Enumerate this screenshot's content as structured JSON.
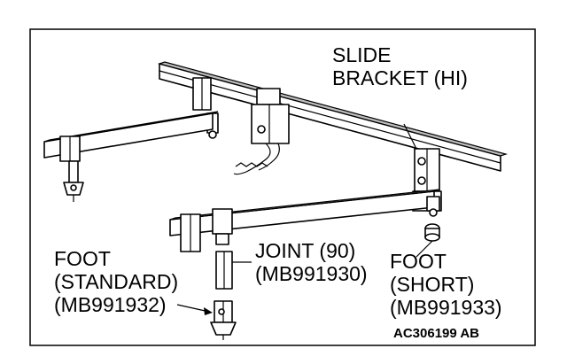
{
  "labels": {
    "slide_bracket": "SLIDE\nBRACKET (HI)",
    "foot_standard": "FOOT\n(STANDARD)\n(MB991932)",
    "joint": "JOINT (90)\n(MB991930)",
    "foot_short": "FOOT\n(SHORT)\n(MB991933)",
    "figure_code": "AC306199 AB"
  }
}
